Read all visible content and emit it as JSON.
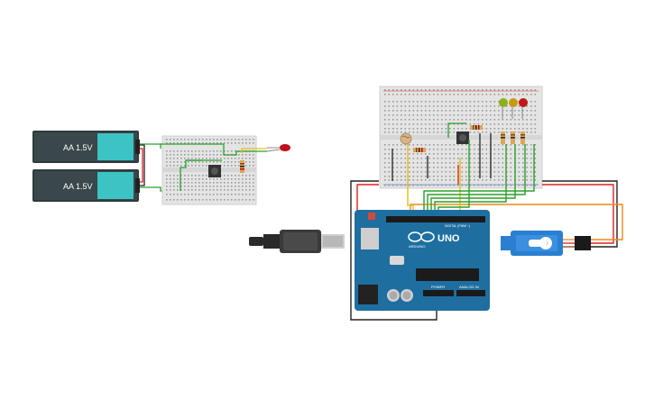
{
  "batteries": [
    {
      "label": "AA 1.5V"
    },
    {
      "label": "AA 1.5V"
    }
  ],
  "arduino": {
    "logo": "UNO",
    "brand": "ARDUINO",
    "header_power": "POWER",
    "header_analog": "ANALOG IN",
    "header_digital": "DIGITAL (PWM ~)"
  },
  "colors": {
    "battery_body": "#2e3a3e",
    "battery_cap": "#3cc3c3",
    "arduino_board": "#1e6fa0",
    "breadboard": "#e4e4e4",
    "wire_red": "#e02020",
    "wire_black": "#222222",
    "wire_green": "#2aa02a",
    "wire_yellow": "#e0c21a",
    "wire_orange": "#f08a1a",
    "wire_brown": "#7a4a1a",
    "servo": "#2a7fd0"
  },
  "icons": [
    "battery-icon",
    "led-icon",
    "resistor-icon",
    "pushbutton-icon",
    "photoresistor-icon",
    "servo-icon",
    "usb-cable-icon",
    "arduino-logo-icon"
  ]
}
